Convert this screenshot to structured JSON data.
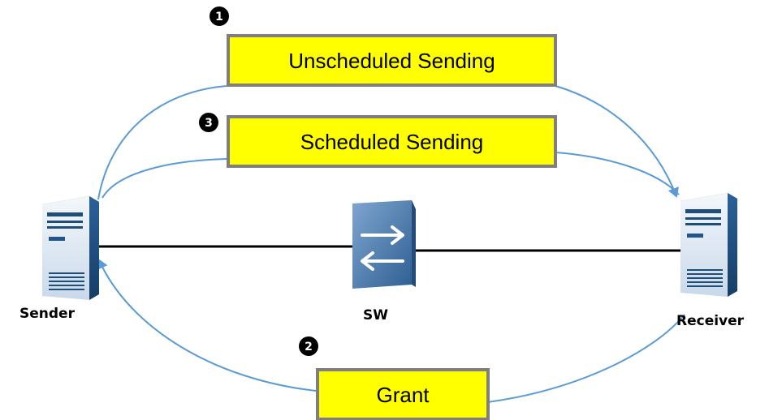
{
  "nodes": {
    "sender": "Sender",
    "switch": "SW",
    "receiver": "Receiver"
  },
  "steps": [
    {
      "number": "1",
      "label": "Unscheduled Sending"
    },
    {
      "number": "2",
      "label": "Grant"
    },
    {
      "number": "3",
      "label": "Scheduled Sending"
    }
  ],
  "colors": {
    "box_fill": "#ffff00",
    "box_border": "#7f7f7f",
    "arrow": "#5b9bd5",
    "link": "#000000",
    "server_dark": "#1f4e79",
    "server_light": "#dde9f5",
    "switch_body": "#3a6a9e"
  }
}
